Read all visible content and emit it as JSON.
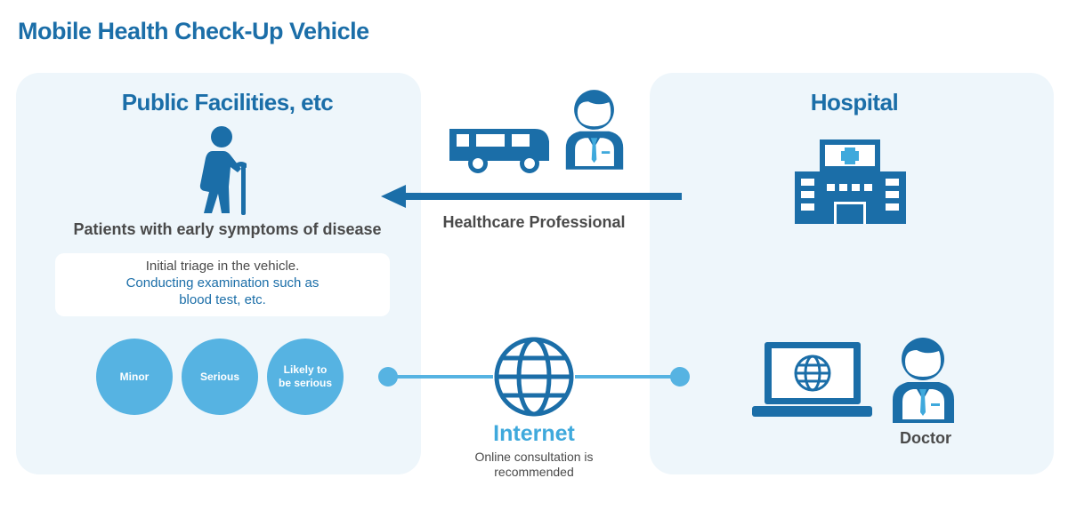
{
  "title": "Mobile Health Check-Up Vehicle",
  "left_panel": {
    "heading": "Public Facilities, etc",
    "patients_label": "Patients with early symptoms of disease",
    "note_line1": "Initial triage in the vehicle.",
    "note_line2": "Conducting examination such as",
    "note_line3": "blood test, etc.",
    "circles": [
      {
        "label": "Minor"
      },
      {
        "label": "Serious"
      },
      {
        "label_line1": "Likely to",
        "label_line2": "be serious"
      }
    ]
  },
  "right_panel": {
    "heading": "Hospital",
    "doctor_label": "Doctor"
  },
  "middle": {
    "healthcare_label": "Healthcare Professional",
    "internet_label": "Internet",
    "online_line1": "Online consultation is",
    "online_line2": "recommended"
  },
  "colors": {
    "title_blue": "#1b6ea8",
    "icon_blue": "#1b6ea8",
    "accent_light_blue": "#56b3e2",
    "panel_bg": "#eef6fb",
    "text_gray": "#4a4a4a"
  },
  "icons": [
    "elderly-patient-icon",
    "vehicle-icon",
    "healthcare-professional-icon",
    "hospital-icon",
    "globe-icon",
    "laptop-icon",
    "doctor-icon",
    "arrow-left-icon"
  ]
}
